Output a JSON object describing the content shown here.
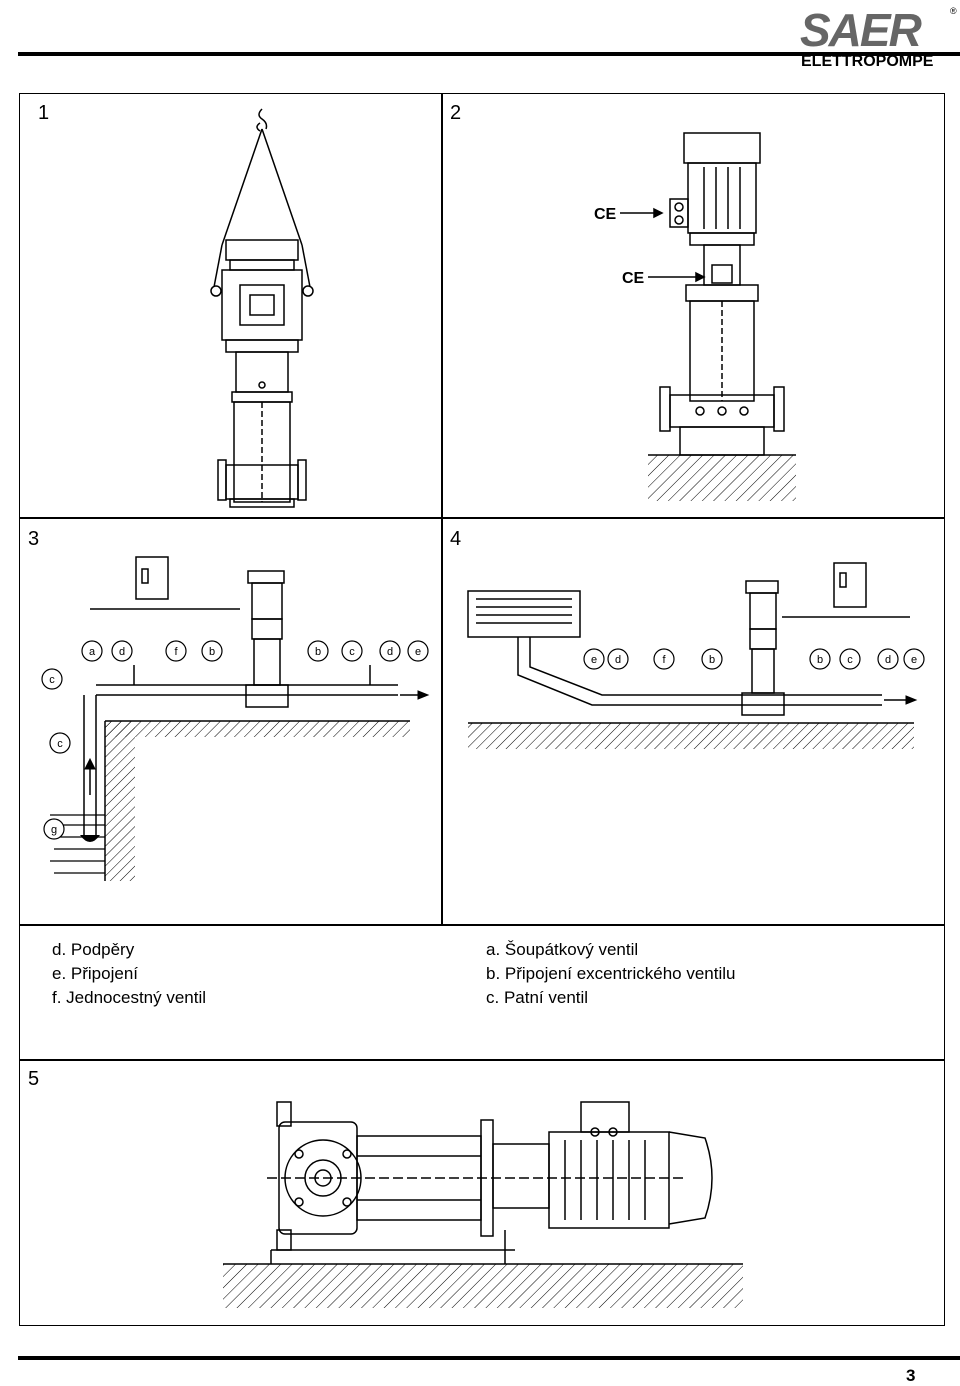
{
  "brand": {
    "name": "SAER",
    "sub": "ELETTROPOMPE",
    "reg": "®"
  },
  "panels": [
    {
      "number": "1"
    },
    {
      "number": "2"
    },
    {
      "number": "3"
    },
    {
      "number": "4"
    },
    {
      "number": "5"
    }
  ],
  "legend_left": [
    "d. Podpěry",
    "e. Připojení",
    "f. Jednocestný ventil"
  ],
  "legend_right": [
    "a. Šoupátkový ventil",
    "b. Připojení excentrického ventilu",
    "c. Patní ventil"
  ],
  "ce_mark": "CE",
  "fig3_labels": [
    "a",
    "d",
    "f",
    "b",
    "b",
    "c",
    "d",
    "e",
    "c",
    "c",
    "g"
  ],
  "fig4_labels": [
    "e",
    "d",
    "f",
    "b",
    "b",
    "c",
    "d",
    "e"
  ],
  "page_number": "3"
}
